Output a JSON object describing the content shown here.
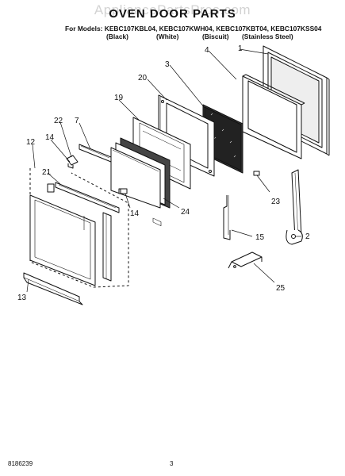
{
  "header": {
    "watermark": "AppliancePartsPros.com",
    "title": "OVEN DOOR PARTS",
    "models_line": "For Models: KEBC107KBL04, KEBC107KWH04, KEBC107KBT04, KEBC107KSS04",
    "color_variants": [
      "(Black)",
      "(White)",
      "(Biscuit)",
      "(Stainless Steel)"
    ]
  },
  "callouts": {
    "c1": "1",
    "c2": "2",
    "c3": "3",
    "c4": "4",
    "c7": "7",
    "c12": "12",
    "c13": "13",
    "c14a": "14",
    "c14b": "14",
    "c15": "15",
    "c19": "19",
    "c20": "20",
    "c21": "21",
    "c22": "22",
    "c23": "23",
    "c24": "24",
    "c25": "25"
  },
  "footer": {
    "doc_number": "8186239",
    "page_number": "3"
  }
}
